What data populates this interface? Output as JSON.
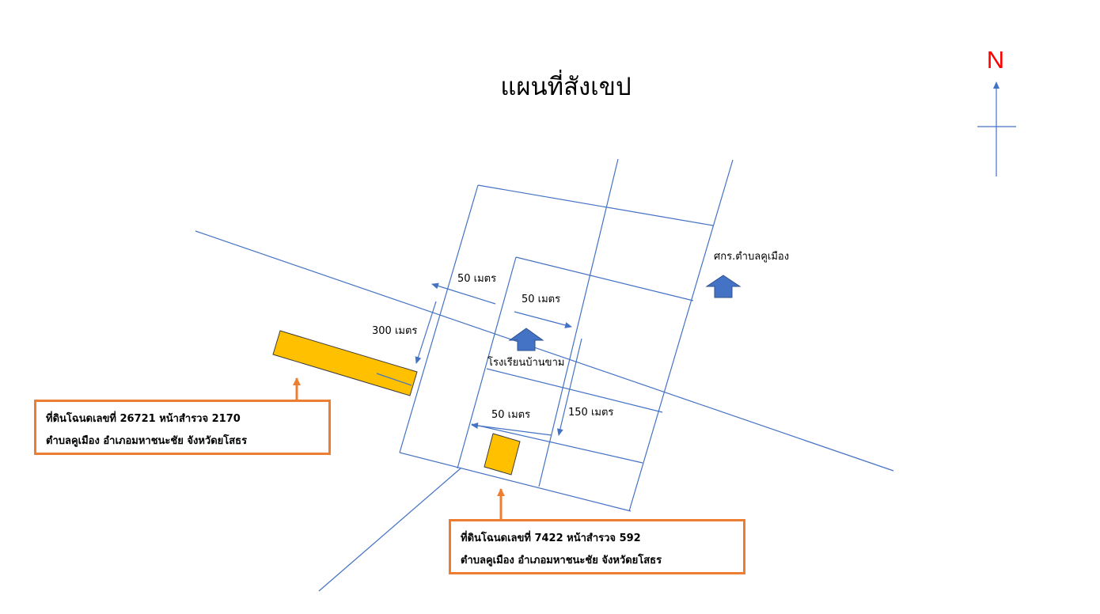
{
  "map": {
    "title": "แผนที่สังเขป",
    "north_label": "N",
    "distance_labels": {
      "top_left_arrow": "50 เมตร",
      "top_right_arrow": "50 เมตร",
      "west_arrow": "300 เมตร",
      "south_arrow": "150 เมตร",
      "lower_arrow": "50 เมตร"
    },
    "landmarks": {
      "school": "โรงเรียนบ้านขาม",
      "subdistrict_center": "ศกร.ตำบลคูเมือง"
    },
    "parcels": [
      {
        "line1": "ที่ดินโฉนดเลขที่ 26721 หน้าสำรวจ 2170",
        "line2": "ตำบลคูเมือง อำเภอมหาชนะชัย จังหวัดยโสธร"
      },
      {
        "line1": "ที่ดินโฉนดเลขที่ 7422 หน้าสำรวจ 592",
        "line2": "ตำบลคูเมือง อำเภอมหาชนะชัย จังหวัดยโสธร"
      }
    ],
    "colors": {
      "road": "#4472c4",
      "parcel_fill": "#ffc000",
      "landmark_arrow": "#4472c4",
      "callout_border": "#ed7d31",
      "north_label": "#ff0000"
    },
    "icons": [
      "north-arrow-icon",
      "landmark-arrow-icon",
      "callout-pointer-icon"
    ]
  }
}
